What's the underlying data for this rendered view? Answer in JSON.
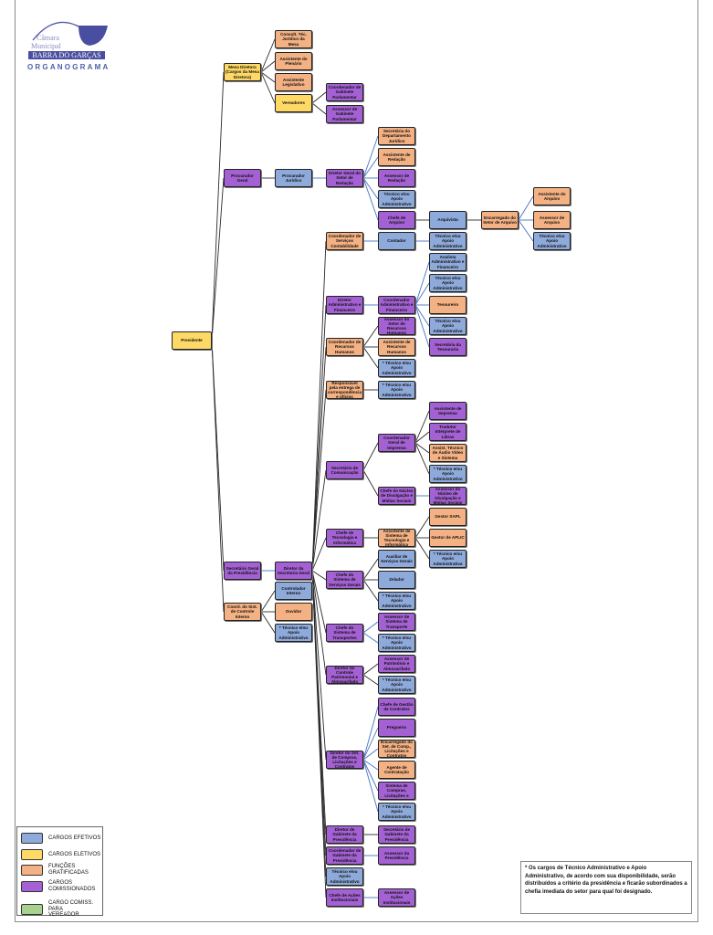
{
  "logo": {
    "line1": "Câmara",
    "line2": "Municipal",
    "band": "BARRA DO GARÇAS",
    "title": "ORGANOGRAMA"
  },
  "colors": {
    "efetivo": "#8eaadb",
    "eletivo": "#ffd966",
    "funcao": "#f4b183",
    "comissionado": "#a461d4",
    "vereador": "#a9d18e",
    "line_dark": "#2b2b2b",
    "line_blue": "#4472c4"
  },
  "legend": [
    {
      "label": "CARGOS EFETIVOS",
      "type": "efetivo"
    },
    {
      "label": "CARGOS ELETIVOS",
      "type": "eletivo"
    },
    {
      "label": "FUNÇÕES GRATIFICADAS",
      "type": "funcao"
    },
    {
      "label": "CARGOS COMISSIONADOS",
      "type": "comissionado"
    },
    {
      "label": "CARGO COMISS. PARA VEREADOR",
      "type": "vereador"
    }
  ],
  "note": "* Os cargos de Técnico Administrativo e Apoio Administrativo, de acordo com sua disponibilidade, serão distribuídos a critério da presidência e ficarão subordinados a chefia imediata do setor para qual foi designado.",
  "nodes": {
    "pres": {
      "label": "Presidente",
      "type": "eletivo",
      "parent": null
    },
    "mesa": {
      "label": "Mesa Diretora (Cargos da Mesa Diretora)",
      "type": "eletivo",
      "parent": "pres"
    },
    "consult": {
      "label": "Consult. Téc. Jurídico da Mesa",
      "type": "funcao",
      "parent": "mesa"
    },
    "asspl": {
      "label": "Assistente do Plenário",
      "type": "funcao",
      "parent": "mesa"
    },
    "asleg": {
      "label": "Assistente Legislativo",
      "type": "funcao",
      "parent": "mesa"
    },
    "ver": {
      "label": "Vereadores",
      "type": "eletivo",
      "parent": "mesa"
    },
    "cgp": {
      "label": "Coordenador de Gabinete Parlamentar",
      "type": "comissionado",
      "parent": "ver"
    },
    "agp": {
      "label": "Assessor de Gabinete Parlamentar",
      "type": "comissionado",
      "parent": "ver"
    },
    "pg": {
      "label": "Procurador Geral",
      "type": "comissionado",
      "parent": "pres"
    },
    "pj": {
      "label": "Procurador Jurídico",
      "type": "efetivo",
      "parent": "pg"
    },
    "dgr": {
      "label": "Diretor Geral do Setor de Redação",
      "type": "comissionado",
      "parent": "pj"
    },
    "sdj": {
      "label": "Secretária do Departamento Jurídico",
      "type": "funcao",
      "parent": "dgr"
    },
    "asr": {
      "label": "Assistente de Redação",
      "type": "funcao",
      "parent": "dgr"
    },
    "assr": {
      "label": "Assessor de Redação",
      "type": "comissionado",
      "parent": "dgr"
    },
    "t1": {
      "label": "Técnico e/ou Apoio Administrativo",
      "type": "efetivo",
      "parent": "dgr"
    },
    "ca": {
      "label": "Chefe de Arquivo",
      "type": "comissionado",
      "parent": "dgr"
    },
    "arq": {
      "label": "Arquivista",
      "type": "efetivo",
      "parent": "ca"
    },
    "esa": {
      "label": "Encarregado do Setor de Arquivo",
      "type": "funcao",
      "parent": "arq"
    },
    "aa": {
      "label": "Assistente do Arquivo",
      "type": "funcao",
      "parent": "esa"
    },
    "asa": {
      "label": "Assessor de Arquivo",
      "type": "funcao",
      "parent": "esa"
    },
    "t2": {
      "label": "Técnico e/ou Apoio Administrativo",
      "type": "efetivo",
      "parent": "esa"
    },
    "sgp": {
      "label": "Secretário Geral da Presidência",
      "type": "comissionado",
      "parent": "pres"
    },
    "dsg": {
      "label": "Diretor da Secretaria Geral",
      "type": "comissionado",
      "parent": "sgp"
    },
    "ccont": {
      "label": "Coordenador de Serviços Contabilidade",
      "type": "funcao",
      "parent": "dsg"
    },
    "cont": {
      "label": "Contador",
      "type": "efetivo",
      "parent": "ccont"
    },
    "t3": {
      "label": "Técnico e/ou Apoio Administrativo",
      "type": "efetivo",
      "parent": "cont"
    },
    "daf": {
      "label": "Diretor Administrativo e Financeiro",
      "type": "comissionado",
      "parent": "dsg"
    },
    "caf": {
      "label": "Coordenador Administrativo e Financeiro",
      "type": "comissionado",
      "parent": "daf"
    },
    "anl": {
      "label": "Analista Administrativo e Financeiro",
      "type": "efetivo",
      "parent": "caf"
    },
    "t4": {
      "label": "Técnico e/ou Apoio Administrativo",
      "type": "efetivo",
      "parent": "caf"
    },
    "tes": {
      "label": "Tesoureiro",
      "type": "funcao",
      "parent": "caf"
    },
    "t5": {
      "label": "Técnico e/ou Apoio Administrativo",
      "type": "efetivo",
      "parent": "caf"
    },
    "stes": {
      "label": "Secretária da Tesouraria",
      "type": "comissionado",
      "parent": "caf"
    },
    "crh": {
      "label": "Coordenador de Recursos Humanos",
      "type": "funcao",
      "parent": "dsg"
    },
    "asrh": {
      "label": "Assessor do Setor de Recursos Humanos",
      "type": "comissionado",
      "parent": "crh"
    },
    "assrh": {
      "label": "Assistente de Recursos Humanos",
      "type": "funcao",
      "parent": "crh"
    },
    "t6": {
      "label": "* Técnico e/ou Apoio Administrativo",
      "type": "efetivo",
      "parent": "crh"
    },
    "resp": {
      "label": "Responsável pela entrega de correspondência e ofícios",
      "type": "funcao",
      "parent": "dsg"
    },
    "t7": {
      "label": "* Técnico e/ou Apoio Administrativo",
      "type": "efetivo",
      "parent": "resp"
    },
    "scom": {
      "label": "Secretário de Comunicação",
      "type": "comissionado",
      "parent": "dsg"
    },
    "cgi": {
      "label": "Coordenador Geral de Imprensa",
      "type": "comissionado",
      "parent": "scom"
    },
    "aimp": {
      "label": "Assistente de Imprensa",
      "type": "comissionado",
      "parent": "cgi"
    },
    "trad": {
      "label": "Tradutor Intérprete de Libras",
      "type": "comissionado",
      "parent": "cgi"
    },
    "aav": {
      "label": "Assist. Técnico de Áudio Vídeo e Sistema",
      "type": "funcao",
      "parent": "cgi"
    },
    "t8": {
      "label": "* Técnico e/ou Apoio Administrativo",
      "type": "efetivo",
      "parent": "cgi"
    },
    "cnd": {
      "label": "Chefe do Núcleo de Divulgação e Mídias Sociais",
      "type": "comissionado",
      "parent": "scom"
    },
    "ands": {
      "label": "Assessor do Núcleo de Divulgação e Mídias Sociais",
      "type": "comissionado",
      "parent": "cnd"
    },
    "cti": {
      "label": "Chefe de Tecnologia e Informática",
      "type": "comissionado",
      "parent": "dsg"
    },
    "asti": {
      "label": "Assistente de Sistema de Tecnologia e Informática",
      "type": "funcao",
      "parent": "cti"
    },
    "sapl": {
      "label": "Gestor SAPL",
      "type": "funcao",
      "parent": "asti"
    },
    "aplic": {
      "label": "Gestor de APLIC",
      "type": "funcao",
      "parent": "asti"
    },
    "t9": {
      "label": "* Técnico e/ou Apoio Administrativo",
      "type": "efetivo",
      "parent": "asti"
    },
    "cssg": {
      "label": "Chefe do Sistema de Serviços Gerais",
      "type": "comissionado",
      "parent": "dsg"
    },
    "aux": {
      "label": "Auxiliar de Serviços Gerais",
      "type": "efetivo",
      "parent": "cssg"
    },
    "zel": {
      "label": "Zelador",
      "type": "efetivo",
      "parent": "cssg"
    },
    "t10": {
      "label": "* Técnico e/ou Apoio Administrativo",
      "type": "efetivo",
      "parent": "cssg"
    },
    "cst": {
      "label": "Chefe do Sistema de Transportes",
      "type": "comissionado",
      "parent": "dsg"
    },
    "ast": {
      "label": "Assessor de Sistema de Transporte",
      "type": "comissionado",
      "parent": "cst"
    },
    "t11": {
      "label": "* Técnico e/ou Apoio Administrativo",
      "type": "efetivo",
      "parent": "cst"
    },
    "dcp": {
      "label": "Diretor do Controle Patrimonial e Almoxarifado",
      "type": "comissionado",
      "parent": "dsg"
    },
    "apa": {
      "label": "Assessor de Patrimônio e Almoxarifado",
      "type": "comissionado",
      "parent": "dcp"
    },
    "t12": {
      "label": "* Técnico e/ou Apoio Administrativo",
      "type": "efetivo",
      "parent": "dcp"
    },
    "dsc": {
      "label": "Diretor do Set. de Compras, Licitações e Contratos",
      "type": "comissionado",
      "parent": "dsg"
    },
    "cgc": {
      "label": "Chefe de Gestão de Contratos",
      "type": "comissionado",
      "parent": "dsc"
    },
    "preg": {
      "label": "Pregoeiro",
      "type": "comissionado",
      "parent": "dsc"
    },
    "enc": {
      "label": "Encarregado do Set. de Comp., Licitações e Contratos",
      "type": "funcao",
      "parent": "dsc"
    },
    "agc": {
      "label": "Agente de Contratação",
      "type": "funcao",
      "parent": "dsc"
    },
    "asc": {
      "label": "Assist. de Sistema de Compras, Licitações e Contratos",
      "type": "comissionado",
      "parent": "dsc"
    },
    "t13": {
      "label": "* Técnico e/ou Apoio Administrativo",
      "type": "efetivo",
      "parent": "dsc"
    },
    "dgab": {
      "label": "Diretor de Gabinete da Presidência",
      "type": "comissionado",
      "parent": "dsg"
    },
    "sgab": {
      "label": "Secretário de Gabinete da Presidência",
      "type": "comissionado",
      "parent": "dgab"
    },
    "cgab": {
      "label": "Coordenador de Gabinete da Presidência",
      "type": "comissionado",
      "parent": "dsg"
    },
    "apres": {
      "label": "Assessor da Presidência",
      "type": "comissionado",
      "parent": "cgab"
    },
    "t14": {
      "label": "Técnico e/ou Apoio Administrativo",
      "type": "efetivo",
      "parent": "dsg"
    },
    "cai": {
      "label": "Chefe de Ações Institucionais",
      "type": "comissionado",
      "parent": "dsg"
    },
    "aai": {
      "label": "Assessor de Ações Institucionais",
      "type": "comissionado",
      "parent": "cai"
    },
    "csci": {
      "label": "Coord. do Sist. de Controle Interno",
      "type": "funcao",
      "parent": "pres"
    },
    "ci": {
      "label": "Controlador Interno",
      "type": "efetivo",
      "parent": "csci"
    },
    "ouv": {
      "label": "Ouvidor",
      "type": "funcao",
      "parent": "csci"
    },
    "t15": {
      "label": "* Técnico e/ou Apoio Administrativo",
      "type": "efetivo",
      "parent": "csci"
    }
  }
}
